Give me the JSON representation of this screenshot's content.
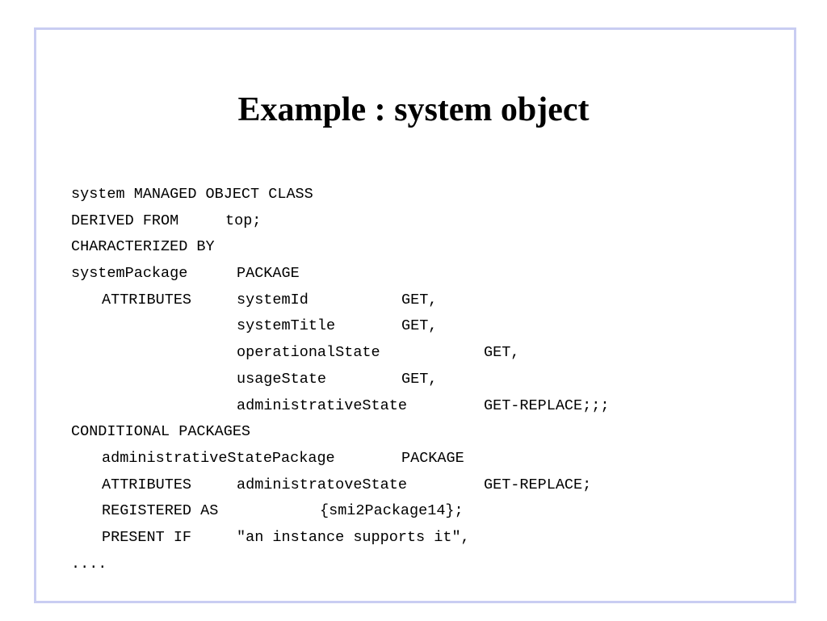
{
  "slide": {
    "title": "Example : system object",
    "lines": [
      [
        "system MANAGED OBJECT CLASS"
      ],
      [
        "DERIVED FROM",
        "top;"
      ],
      [
        "CHARACTERIZED BY"
      ],
      [
        "systemPackage",
        "PACKAGE"
      ],
      [
        "ATTRIBUTES",
        "systemId",
        "GET,"
      ],
      [
        "systemTitle",
        "GET,"
      ],
      [
        "operationalState",
        "GET,"
      ],
      [
        "usageState",
        "GET,"
      ],
      [
        "administrativeState",
        "GET-REPLACE;;;"
      ],
      [
        "CONDITIONAL PACKAGES"
      ],
      [
        "administrativeStatePackage",
        "PACKAGE"
      ],
      [
        "ATTRIBUTES",
        "administratoveState",
        "GET-REPLACE;"
      ],
      [
        "REGISTERED AS",
        "{smi2Package14};"
      ],
      [
        "PRESENT IF",
        "\"an instance supports it\","
      ],
      [
        "...."
      ]
    ]
  }
}
